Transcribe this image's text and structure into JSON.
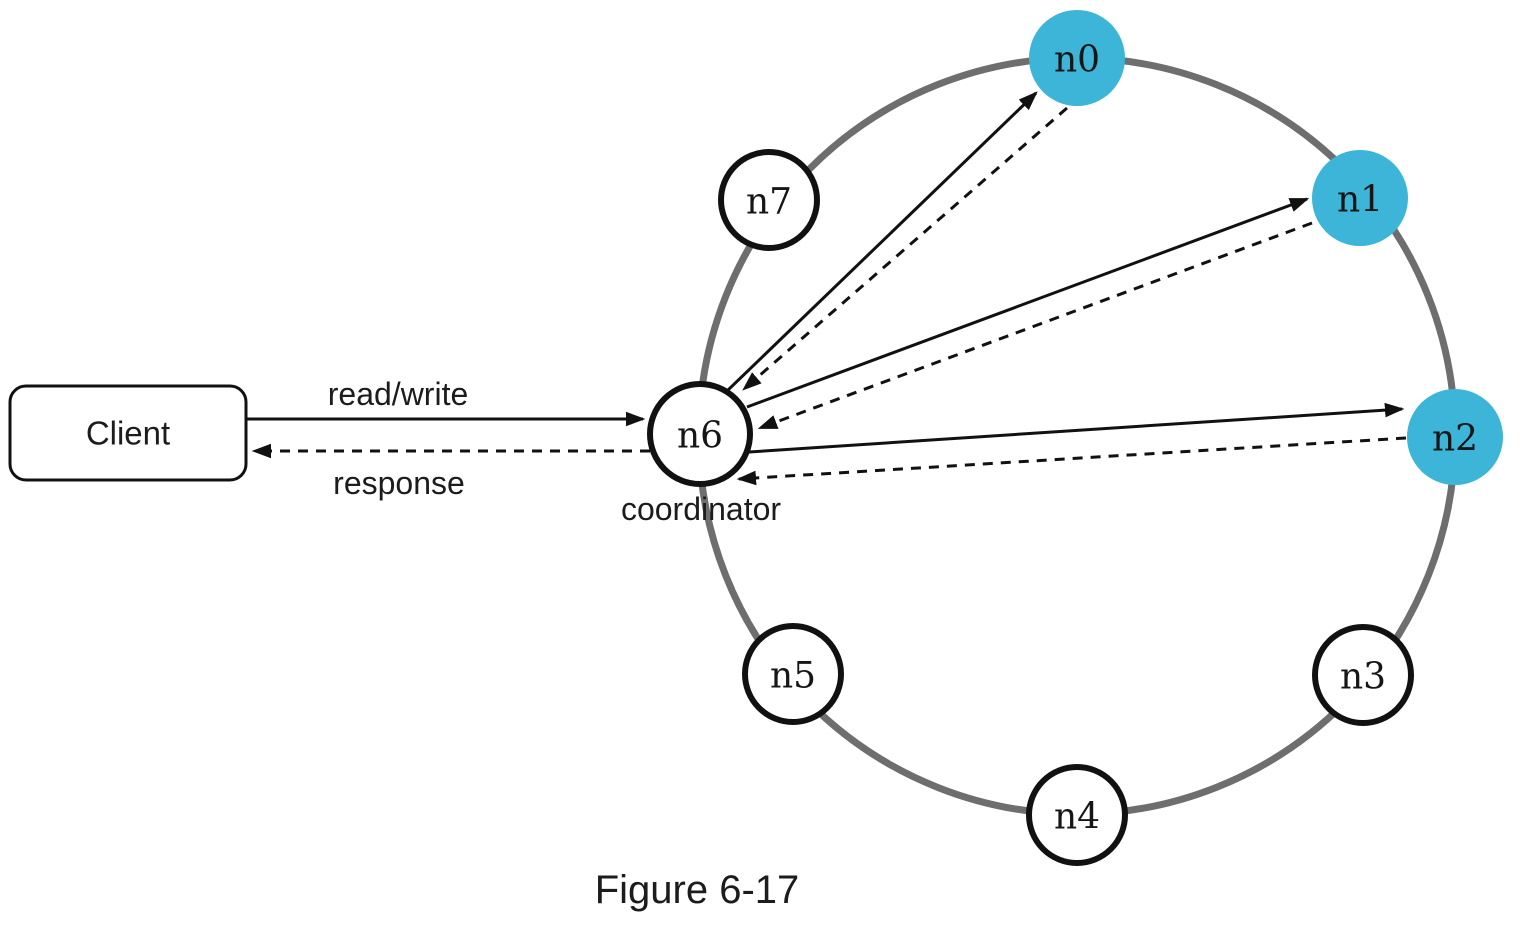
{
  "figure": {
    "caption": "Figure 6-17",
    "coordinator_caption": "coordinator"
  },
  "client": {
    "label": "Client"
  },
  "edges": [
    {
      "id": "client-to-n6",
      "from": "client",
      "to": "n6",
      "style": "solid",
      "label": "read/write"
    },
    {
      "id": "n6-to-client",
      "from": "n6",
      "to": "client",
      "style": "dashed",
      "label": "response"
    },
    {
      "id": "n6-to-n0",
      "from": "n6",
      "to": "n0",
      "style": "solid",
      "label": ""
    },
    {
      "id": "n0-to-n6",
      "from": "n0",
      "to": "n6",
      "style": "dashed",
      "label": ""
    },
    {
      "id": "n6-to-n1",
      "from": "n6",
      "to": "n1",
      "style": "solid",
      "label": ""
    },
    {
      "id": "n1-to-n6",
      "from": "n1",
      "to": "n6",
      "style": "dashed",
      "label": ""
    },
    {
      "id": "n6-to-n2",
      "from": "n6",
      "to": "n2",
      "style": "solid",
      "label": ""
    },
    {
      "id": "n2-to-n6",
      "from": "n2",
      "to": "n6",
      "style": "dashed",
      "label": ""
    }
  ],
  "nodes": [
    {
      "id": "n0",
      "label": "n0",
      "highlighted": true,
      "role": "replica"
    },
    {
      "id": "n1",
      "label": "n1",
      "highlighted": true,
      "role": "replica"
    },
    {
      "id": "n2",
      "label": "n2",
      "highlighted": true,
      "role": "replica"
    },
    {
      "id": "n3",
      "label": "n3",
      "highlighted": false,
      "role": "member"
    },
    {
      "id": "n4",
      "label": "n4",
      "highlighted": false,
      "role": "member"
    },
    {
      "id": "n5",
      "label": "n5",
      "highlighted": false,
      "role": "member"
    },
    {
      "id": "n6",
      "label": "n6",
      "highlighted": false,
      "role": "coordinator"
    },
    {
      "id": "n7",
      "label": "n7",
      "highlighted": false,
      "role": "member"
    }
  ],
  "colors": {
    "replica_node_fill": "#3db5d8",
    "node_stroke": "#111111",
    "ring_stroke": "#6e6e6e",
    "arrow": "#111111",
    "text": "#1c1c1c",
    "background": "#ffffff"
  }
}
